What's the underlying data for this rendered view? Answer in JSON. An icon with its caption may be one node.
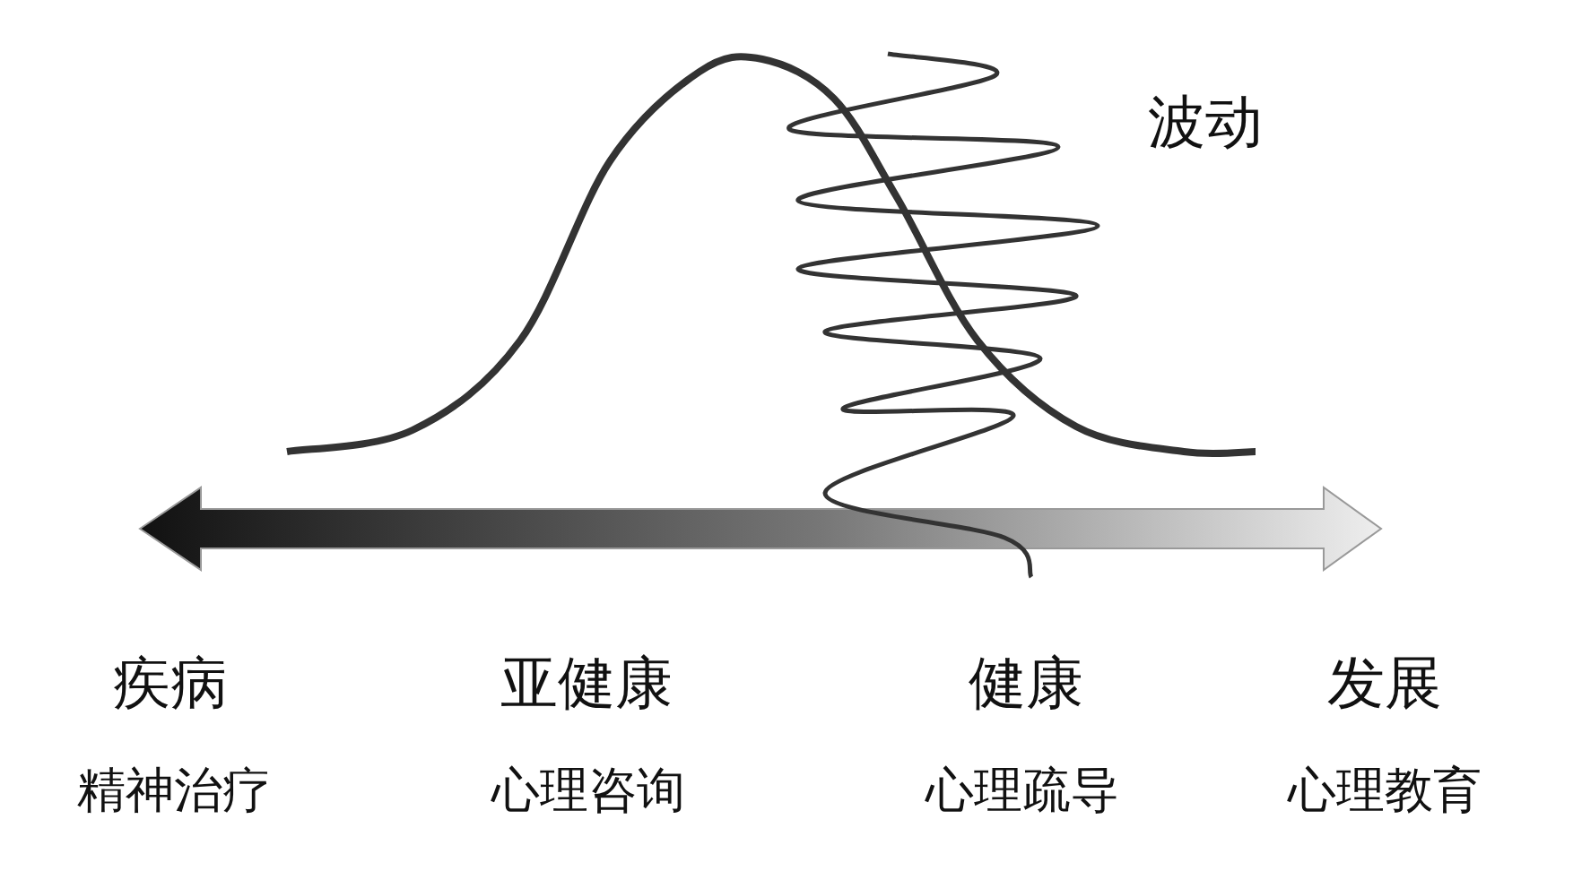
{
  "diagram": {
    "labels": [
      "波动",
      "疾病",
      "亚健康",
      "健康",
      "发展",
      "精神治疗",
      "心理咨询",
      "心理疏导",
      "心理教育"
    ]
  }
}
